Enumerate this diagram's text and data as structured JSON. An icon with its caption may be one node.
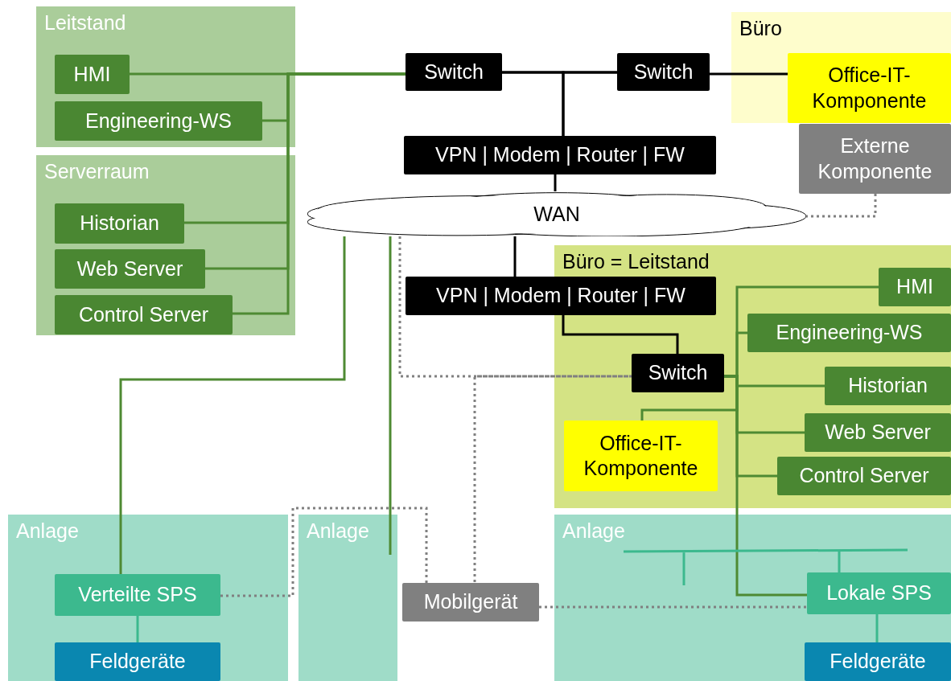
{
  "diagram": {
    "nodes": [
      {
        "text": [
          "Leitstand"
        ]
      },
      {
        "text": [
          "HMI"
        ],
        "in": 0
      },
      {
        "text": [
          "Engineering-WS"
        ],
        "in": 0
      },
      {
        "text": [
          "Serverraum"
        ]
      },
      {
        "text": [
          "Historian"
        ],
        "in": 3
      },
      {
        "text": [
          "Web Server"
        ],
        "in": 3
      },
      {
        "text": [
          "Control Server"
        ],
        "in": 3
      },
      {
        "text": [
          "Switch"
        ]
      },
      {
        "text": [
          "Switch"
        ]
      },
      {
        "text": [
          "Büro"
        ]
      },
      {
        "text": [
          "Office-IT-Komponente"
        ],
        "in": 9
      },
      {
        "text": [
          "Externe Komponente"
        ]
      },
      {
        "text": [
          "VPN | Modem | Router | FW"
        ]
      },
      {
        "text": [
          "WAN"
        ]
      },
      {
        "text": [
          "Büro = Leitstand"
        ]
      },
      {
        "text": [
          "VPN | Modem | Router | FW"
        ]
      },
      {
        "text": [
          "HMI"
        ],
        "in": 14
      },
      {
        "text": [
          "Engineering-WS"
        ],
        "in": 14
      },
      {
        "text": [
          "Switch"
        ],
        "in": 14
      },
      {
        "text": [
          "Historian"
        ],
        "in": 14
      },
      {
        "text": [
          "Office-IT-Komponente"
        ],
        "in": 14
      },
      {
        "text": [
          "Web Server"
        ],
        "in": 14
      },
      {
        "text": [
          "Control Server"
        ],
        "in": 14
      },
      {
        "text": [
          "Anlage"
        ]
      },
      {
        "text": [
          "Verteilte SPS"
        ],
        "in": 23
      },
      {
        "text": [
          "Feldgeräte"
        ],
        "in": 23
      },
      {
        "text": [
          "Anlage"
        ]
      },
      {
        "text": [
          "Anlage"
        ]
      },
      {
        "text": [
          "Lokale SPS"
        ],
        "in": 27
      },
      {
        "text": [
          "Feldgeräte"
        ],
        "in": 27
      },
      {
        "text": [
          "Mobilgerät"
        ]
      }
    ],
    "edges": [
      {
        "from": 1,
        "to": 7,
        "arrow": "none"
      },
      {
        "from": 2,
        "to": 7,
        "arrow": "none"
      },
      {
        "from": 4,
        "to": 7,
        "arrow": "none"
      },
      {
        "from": 5,
        "to": 7,
        "arrow": "none"
      },
      {
        "from": 6,
        "to": 7,
        "arrow": "none"
      },
      {
        "from": 7,
        "to": 8,
        "arrow": "none",
        "color": "#000000"
      },
      {
        "from": 7,
        "to": 12,
        "arrow": "none",
        "color": "#000000"
      },
      {
        "from": 8,
        "to": 12,
        "arrow": "none",
        "color": "#000000"
      },
      {
        "from": 8,
        "to": 10,
        "arrow": "none",
        "color": "#000000"
      },
      {
        "from": 12,
        "to": 13,
        "arrow": "none",
        "color": "#000000"
      },
      {
        "from": 13,
        "to": 15,
        "arrow": "none",
        "color": "#000000"
      },
      {
        "from": 15,
        "to": 18,
        "arrow": "none",
        "color": "#000000"
      },
      {
        "from": 11,
        "to": 13,
        "arrow": "none",
        "style": "dashed",
        "color": "#808080"
      },
      {
        "from": 13,
        "to": 24,
        "arrow": "none"
      },
      {
        "from": 13,
        "to": 26,
        "arrow": "none"
      },
      {
        "from": 13,
        "to": 18,
        "arrow": "none",
        "style": "dashed",
        "color": "#808080"
      },
      {
        "from": 18,
        "to": 30,
        "arrow": "none",
        "style": "dashed",
        "color": "#808080"
      },
      {
        "from": 18,
        "to": 16,
        "arrow": "none"
      },
      {
        "from": 18,
        "to": 17,
        "arrow": "none"
      },
      {
        "from": 18,
        "to": 19,
        "arrow": "none"
      },
      {
        "from": 18,
        "to": 20,
        "arrow": "none"
      },
      {
        "from": 18,
        "to": 21,
        "arrow": "none"
      },
      {
        "from": 18,
        "to": 22,
        "arrow": "none"
      },
      {
        "from": 18,
        "to": 28,
        "arrow": "none"
      },
      {
        "from": 24,
        "to": 30,
        "arrow": "none",
        "style": "dashed",
        "color": "#808080"
      },
      {
        "from": 30,
        "to": 28,
        "arrow": "none",
        "style": "dashed",
        "color": "#808080"
      },
      {
        "from": 24,
        "to": 25,
        "arrow": "none",
        "color": "#3cb98e"
      },
      {
        "from": 28,
        "to": 29,
        "arrow": "none",
        "color": "#3cb98e"
      },
      {
        "from": 28,
        "to": null,
        "arrow": "none",
        "color": "#3cb98e"
      }
    ]
  }
}
